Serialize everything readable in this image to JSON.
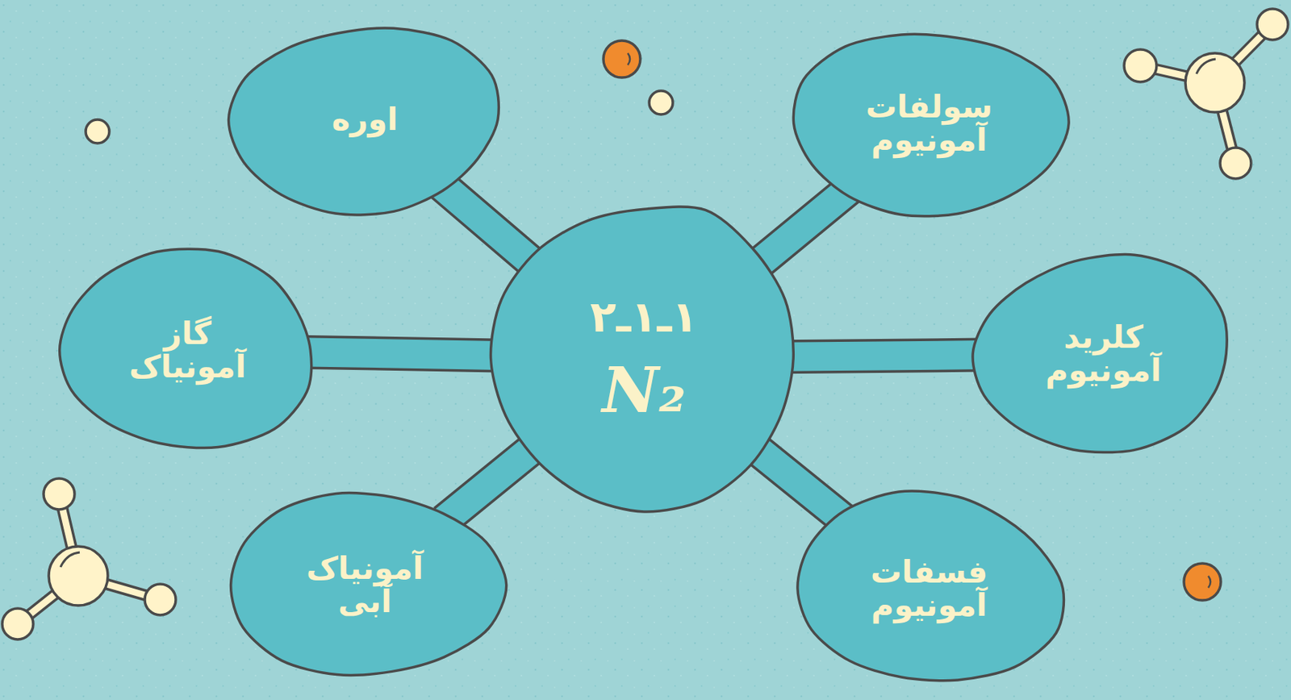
{
  "diagram": {
    "nodes": [
      {
        "text": [
          "۱ـ۱ـ۲",
          "N₂"
        ]
      },
      {
        "text": [
          "سولفات آمونیوم"
        ]
      },
      {
        "text": [
          "اوره"
        ]
      },
      {
        "text": [
          "کلرید آمونیوم"
        ]
      },
      {
        "text": [
          "گاز آمونیاک"
        ]
      },
      {
        "text": [
          "فسفات آمونیوم"
        ]
      },
      {
        "text": [
          "آمونیاک آبی"
        ]
      }
    ],
    "edges": [
      {
        "from": 0,
        "to": 1,
        "arrow": "none"
      },
      {
        "from": 0,
        "to": 2,
        "arrow": "none"
      },
      {
        "from": 0,
        "to": 3,
        "arrow": "none"
      },
      {
        "from": 0,
        "to": 4,
        "arrow": "none"
      },
      {
        "from": 0,
        "to": 5,
        "arrow": "none"
      },
      {
        "from": 0,
        "to": 6,
        "arrow": "none"
      }
    ]
  }
}
